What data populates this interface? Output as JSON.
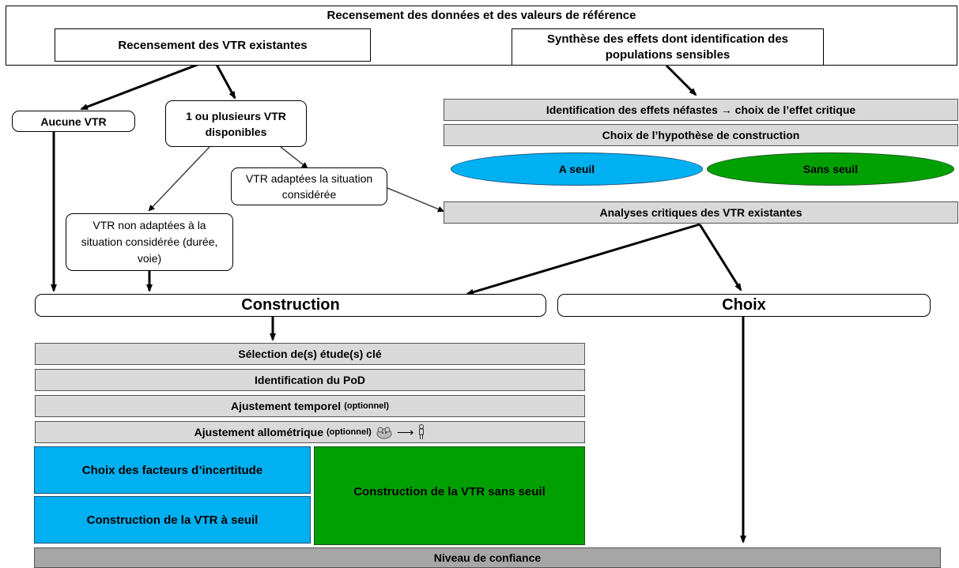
{
  "header": {
    "title": "Recensement des données et des valeurs de référence"
  },
  "left": {
    "inventory": "Recensement des VTR existantes",
    "no_vtr": "Aucune VTR",
    "one_or_more": "1 ou plusieurs VTR disponibles",
    "adapted": "VTR adaptées la situation considérée",
    "not_adapted": "VTR non adaptées à la situation considérée (durée, voie)"
  },
  "right": {
    "synthesis": "Synthèse des effets dont identification des populations sensibles",
    "adverse_effects": "Identification des effets néfastes → choix de l’effet critique",
    "hypothesis": "Choix de l’hypothèse de construction",
    "threshold": "A seuil",
    "no_threshold": "Sans seuil",
    "critical_analysis": "Analyses critiques des VTR existantes"
  },
  "construction": {
    "title": "Construction",
    "steps": [
      {
        "label": "Sélection de(s) étude(s) clé",
        "note": ""
      },
      {
        "label": "Identification du PoD",
        "note": ""
      },
      {
        "label": "Ajustement temporel",
        "note": "(optionnel)"
      },
      {
        "label": "Ajustement allométrique",
        "note": "(optionnel)"
      }
    ],
    "uncertainty_factors": "Choix des facteurs d’incertitude",
    "threshold_vtr": "Construction de la VTR à seuil",
    "nonthreshold_vtr": "Construction de la VTR sans seuil"
  },
  "choice": {
    "title": "Choix"
  },
  "confidence": {
    "label": "Niveau de confiance"
  },
  "icons": [
    "rat-icon",
    "human-icon"
  ],
  "colors": {
    "blue": "#00b0f0",
    "green": "#00a000",
    "grey": "#d9d9d9"
  }
}
